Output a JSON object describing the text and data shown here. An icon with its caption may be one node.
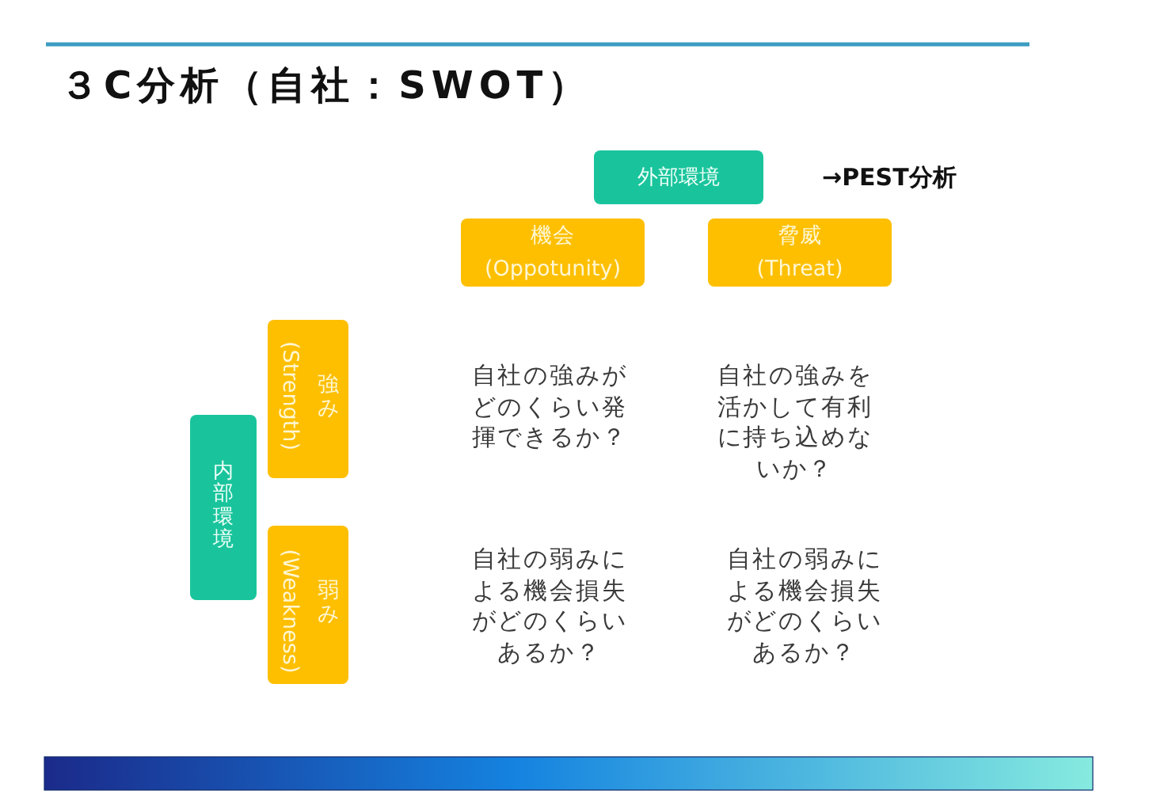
{
  "diagram": {
    "title": "３C分析（自社：SWOT）",
    "nodes": [
      {
        "text": [
          "外部環境"
        ]
      },
      {
        "text": [
          "機会",
          "(Oppotunity)"
        ]
      },
      {
        "text": [
          "脅威",
          "(Threat)"
        ]
      },
      {
        "text": [
          "内部環境"
        ]
      },
      {
        "text": [
          "強み",
          "(Strength)"
        ]
      },
      {
        "text": [
          "弱み",
          "(Weakness)"
        ]
      }
    ],
    "labels": [
      "→PEST分析",
      "自社の強みがどのくらい発揮できるか？",
      "自社の強みを活かして有利に持ち込めないか？",
      "自社の弱みによる機会損失がどのくらいあるか？",
      "自社の弱みによる機会損失がどのくらいあるか？"
    ]
  }
}
